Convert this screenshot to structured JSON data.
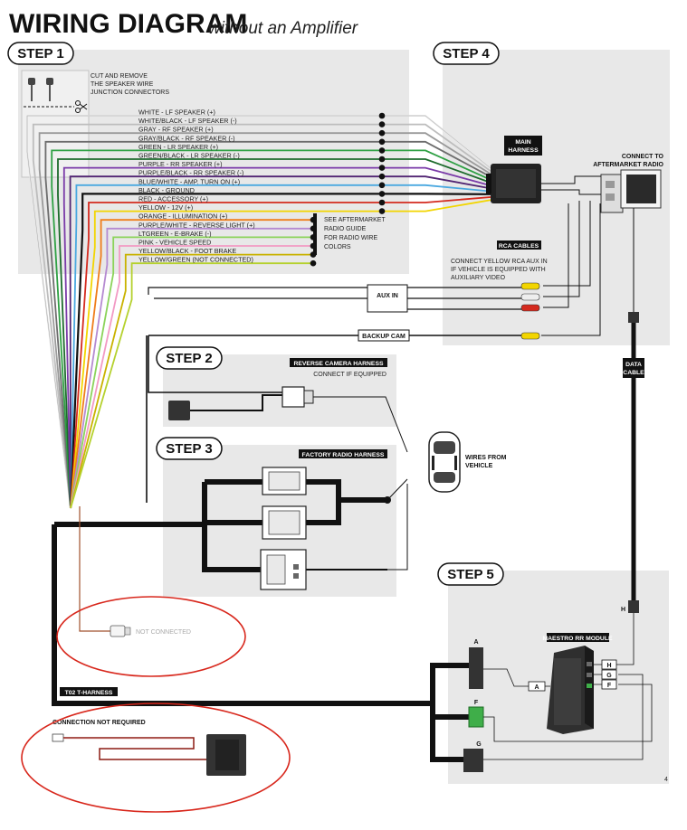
{
  "title": {
    "main": "WIRING DIAGRAM",
    "sub": "without an Amplifier"
  },
  "steps": [
    "STEP 1",
    "STEP 2",
    "STEP 3",
    "STEP 4",
    "STEP 5"
  ],
  "step1": {
    "cut_note": [
      "CUT AND REMOVE",
      "THE SPEAKER WIRE",
      "JUNCTION CONNECTORS"
    ],
    "wires": [
      {
        "label": "WHITE - LF SPEAKER (+)",
        "color": "#e6e6e6"
      },
      {
        "label": "WHITE/BLACK - LF SPEAKER (-)",
        "color": "#bdbdbd"
      },
      {
        "label": "GRAY - RF SPEAKER (+)",
        "color": "#9a9a9a"
      },
      {
        "label": "GRAY/BLACK - RF SPEAKER (-)",
        "color": "#6d6d6d"
      },
      {
        "label": "GREEN - LR SPEAKER (+)",
        "color": "#2ea043"
      },
      {
        "label": "GREEN/BLACK - LR SPEAKER (-)",
        "color": "#1d6b2c"
      },
      {
        "label": "PURPLE - RR SPEAKER (+)",
        "color": "#7a3aa8"
      },
      {
        "label": "PURPLE/BLACK - RR SPEAKER (-)",
        "color": "#512472"
      },
      {
        "label": "BLUE/WHITE - AMP. TURN ON (+)",
        "color": "#4aa8e0"
      },
      {
        "label": "BLACK - GROUND",
        "color": "#111111"
      },
      {
        "label": "RED - ACCESSORY (+)",
        "color": "#d42a1e"
      },
      {
        "label": "YELLOW - 12V (+)",
        "color": "#f2d500"
      },
      {
        "label": "ORANGE - ILLUMINATION (+)",
        "color": "#ef7d1a"
      },
      {
        "label": "PURPLE/WHITE - REVERSE LIGHT (+)",
        "color": "#b58ad1"
      },
      {
        "label": "LTGREEN - E-BRAKE (-)",
        "color": "#8bd35a"
      },
      {
        "label": "PINK - VEHICLE SPEED",
        "color": "#f29ac4"
      },
      {
        "label": "YELLOW/BLACK - FOOT BRAKE",
        "color": "#c9b200"
      },
      {
        "label": "YELLOW/GREEN (NOT CONNECTED)",
        "color": "#b5d12e"
      }
    ],
    "see_note": [
      "SEE AFTERMARKET",
      "RADIO GUIDE",
      "FOR RADIO WIRE",
      "COLORS"
    ]
  },
  "step4": {
    "main_harness": [
      "MAIN",
      "HARNESS"
    ],
    "connect_radio": [
      "CONNECT TO",
      "AFTERMARKET RADIO"
    ],
    "rca_cables": "RCA CABLES",
    "rca_note": [
      "CONNECT YELLOW RCA AUX IN",
      "IF VEHICLE IS EQUIPPED WITH",
      "AUXILIARY VIDEO"
    ],
    "aux_in": "AUX IN",
    "backup_cam": "BACKUP CAM",
    "data_cable": [
      "DATA",
      "CABLE"
    ]
  },
  "step2": {
    "header": "REVERSE CAMERA HARNESS",
    "note": "CONNECT IF EQUIPPED"
  },
  "step3": {
    "header": "FACTORY RADIO HARNESS"
  },
  "vehicle": [
    "WIRES FROM",
    "VEHICLE"
  ],
  "not_connected": "NOT CONNECTED",
  "t_harness": "T02 T-HARNESS",
  "connection_not_required": "CONNECTION NOT REQUIRED",
  "step5": {
    "module": "MAESTRO RR MODULE",
    "ports": [
      "A",
      "F",
      "G",
      "H"
    ]
  },
  "page_number": "4"
}
